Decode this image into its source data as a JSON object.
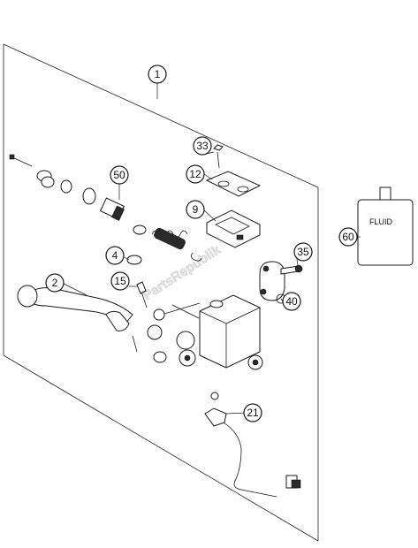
{
  "diagram": {
    "watermark": "PartsRepublik",
    "fluid_label": "FLUID",
    "callouts": [
      {
        "id": "c1",
        "label": "1"
      },
      {
        "id": "c33",
        "label": "33"
      },
      {
        "id": "c12",
        "label": "12"
      },
      {
        "id": "c50",
        "label": "50"
      },
      {
        "id": "c9",
        "label": "9"
      },
      {
        "id": "c4",
        "label": "4"
      },
      {
        "id": "c2",
        "label": "2"
      },
      {
        "id": "c15",
        "label": "15"
      },
      {
        "id": "c35",
        "label": "35"
      },
      {
        "id": "c60",
        "label": "60"
      },
      {
        "id": "c40",
        "label": "40"
      },
      {
        "id": "c21",
        "label": "21"
      }
    ]
  }
}
